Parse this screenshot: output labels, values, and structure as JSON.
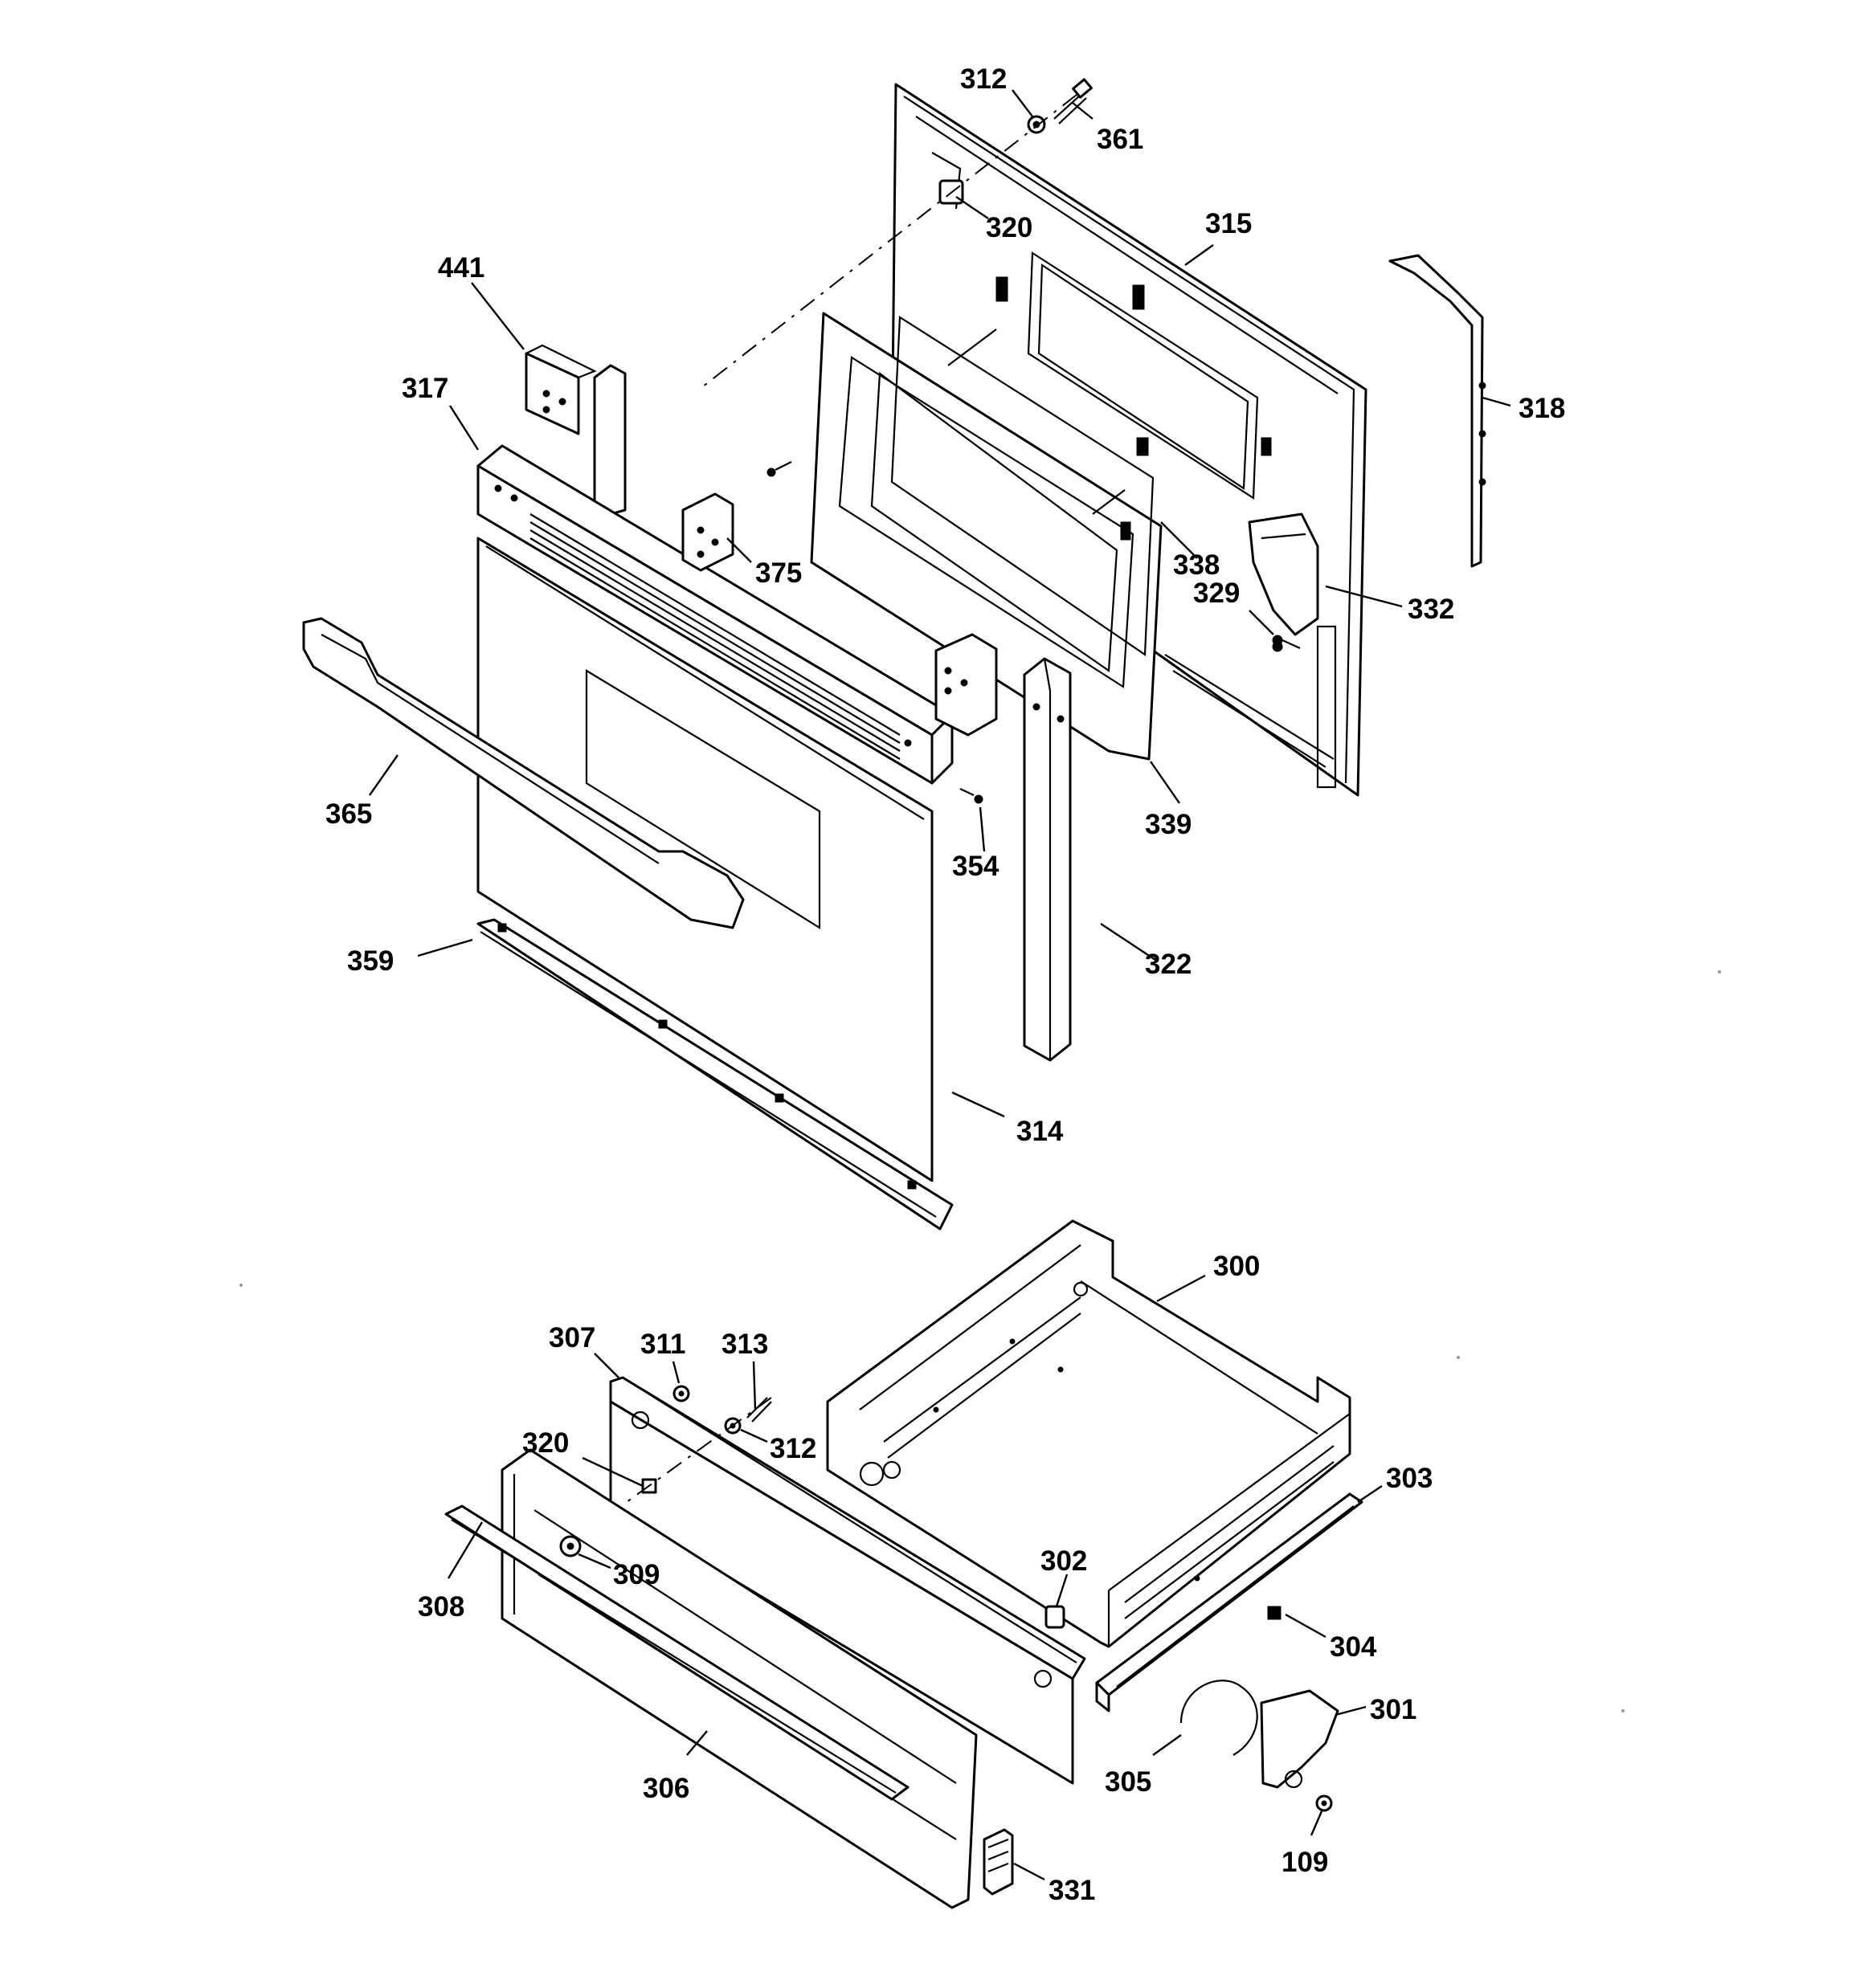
{
  "figure": {
    "title": "",
    "callouts": [
      {
        "id": "c312a",
        "label": "312"
      },
      {
        "id": "c361",
        "label": "361"
      },
      {
        "id": "c320a",
        "label": "320"
      },
      {
        "id": "c315",
        "label": "315"
      },
      {
        "id": "c441",
        "label": "441"
      },
      {
        "id": "c317",
        "label": "317"
      },
      {
        "id": "c318",
        "label": "318"
      },
      {
        "id": "c375",
        "label": "375"
      },
      {
        "id": "c338",
        "label": "338"
      },
      {
        "id": "c329",
        "label": "329"
      },
      {
        "id": "c332",
        "label": "332"
      },
      {
        "id": "c365",
        "label": "365"
      },
      {
        "id": "c339",
        "label": "339"
      },
      {
        "id": "c354",
        "label": "354"
      },
      {
        "id": "c359",
        "label": "359"
      },
      {
        "id": "c322",
        "label": "322"
      },
      {
        "id": "c314",
        "label": "314"
      },
      {
        "id": "c300",
        "label": "300"
      },
      {
        "id": "c307",
        "label": "307"
      },
      {
        "id": "c311",
        "label": "311"
      },
      {
        "id": "c313",
        "label": "313"
      },
      {
        "id": "c320b",
        "label": "320"
      },
      {
        "id": "c312b",
        "label": "312"
      },
      {
        "id": "c303",
        "label": "303"
      },
      {
        "id": "c302",
        "label": "302"
      },
      {
        "id": "c309",
        "label": "309"
      },
      {
        "id": "c308",
        "label": "308"
      },
      {
        "id": "c304",
        "label": "304"
      },
      {
        "id": "c301",
        "label": "301"
      },
      {
        "id": "c305",
        "label": "305"
      },
      {
        "id": "c306",
        "label": "306"
      },
      {
        "id": "c109",
        "label": "109"
      },
      {
        "id": "c331",
        "label": "331"
      }
    ]
  }
}
